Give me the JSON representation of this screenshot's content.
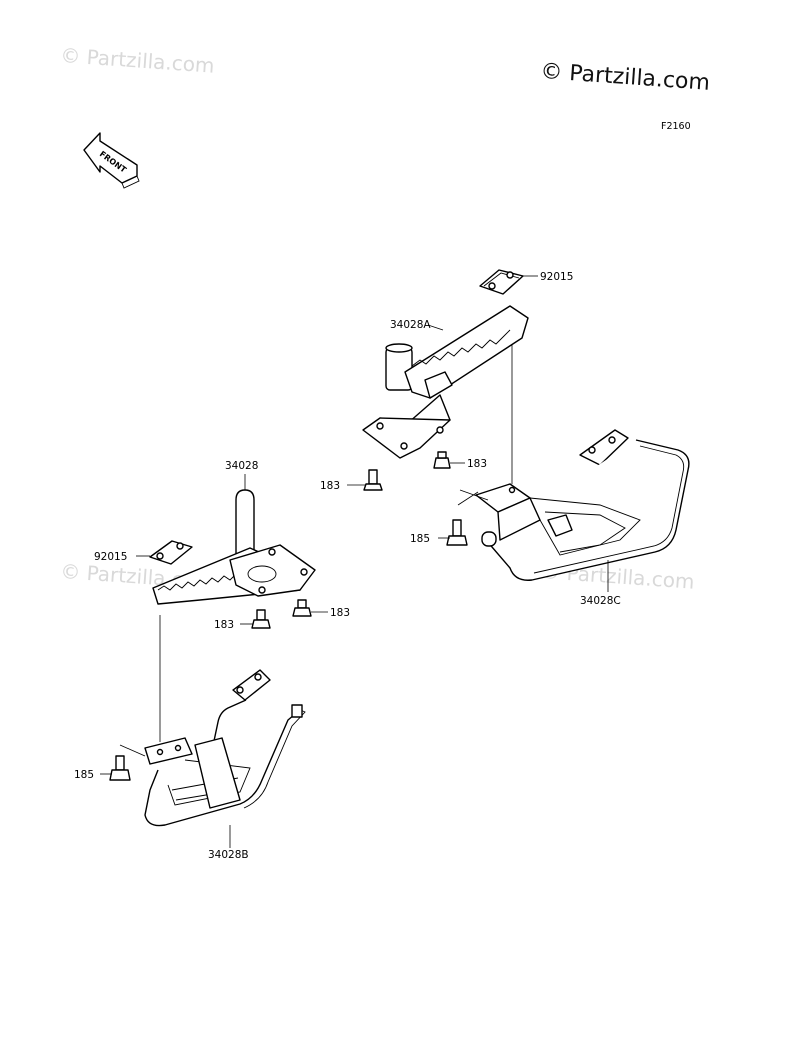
{
  "watermarks": {
    "main": "© Partzilla.com",
    "ghost": "© Partzilla.com"
  },
  "figure_code": "F2160",
  "front_indicator": "FRONT",
  "labels": {
    "p92015_top": "92015",
    "p34028A": "34028A",
    "p183_a": "183",
    "p183_b": "183",
    "p185_right": "185",
    "p34028C": "34028C",
    "p34028": "34028",
    "p92015_left": "92015",
    "p183_c": "183",
    "p183_d": "183",
    "p185_left": "185",
    "p34028B": "34028B"
  },
  "colors": {
    "line": "#000000",
    "watermark_ghost": "#d9d9d9",
    "background": "#ffffff"
  }
}
